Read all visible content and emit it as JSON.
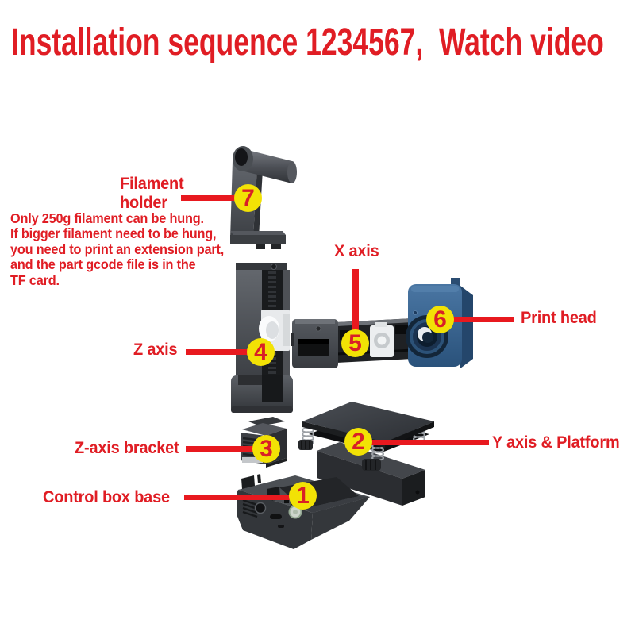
{
  "title": "Installation sequence 1234567,  Watch video",
  "colors": {
    "accent_red": "#e01d24",
    "badge_yellow": "#f2e205",
    "badge_number_red": "#d91f27",
    "print_head_blue": "#35608c",
    "part_gray": "#44474c"
  },
  "note": {
    "lines": [
      "Only 250g filament can be hung.",
      "If bigger filament need to be hung,",
      "you need to print an extension part,",
      "and the part gcode file is in the",
      "TF card."
    ]
  },
  "parts": [
    {
      "num": "1",
      "label": "Control box base"
    },
    {
      "num": "2",
      "label": "Y axis & Platform"
    },
    {
      "num": "3",
      "label": "Z-axis bracket"
    },
    {
      "num": "4",
      "label": "Z axis"
    },
    {
      "num": "5",
      "label": "X axis"
    },
    {
      "num": "6",
      "label": "Print head"
    },
    {
      "num": "7",
      "label": "Filament holder"
    }
  ]
}
